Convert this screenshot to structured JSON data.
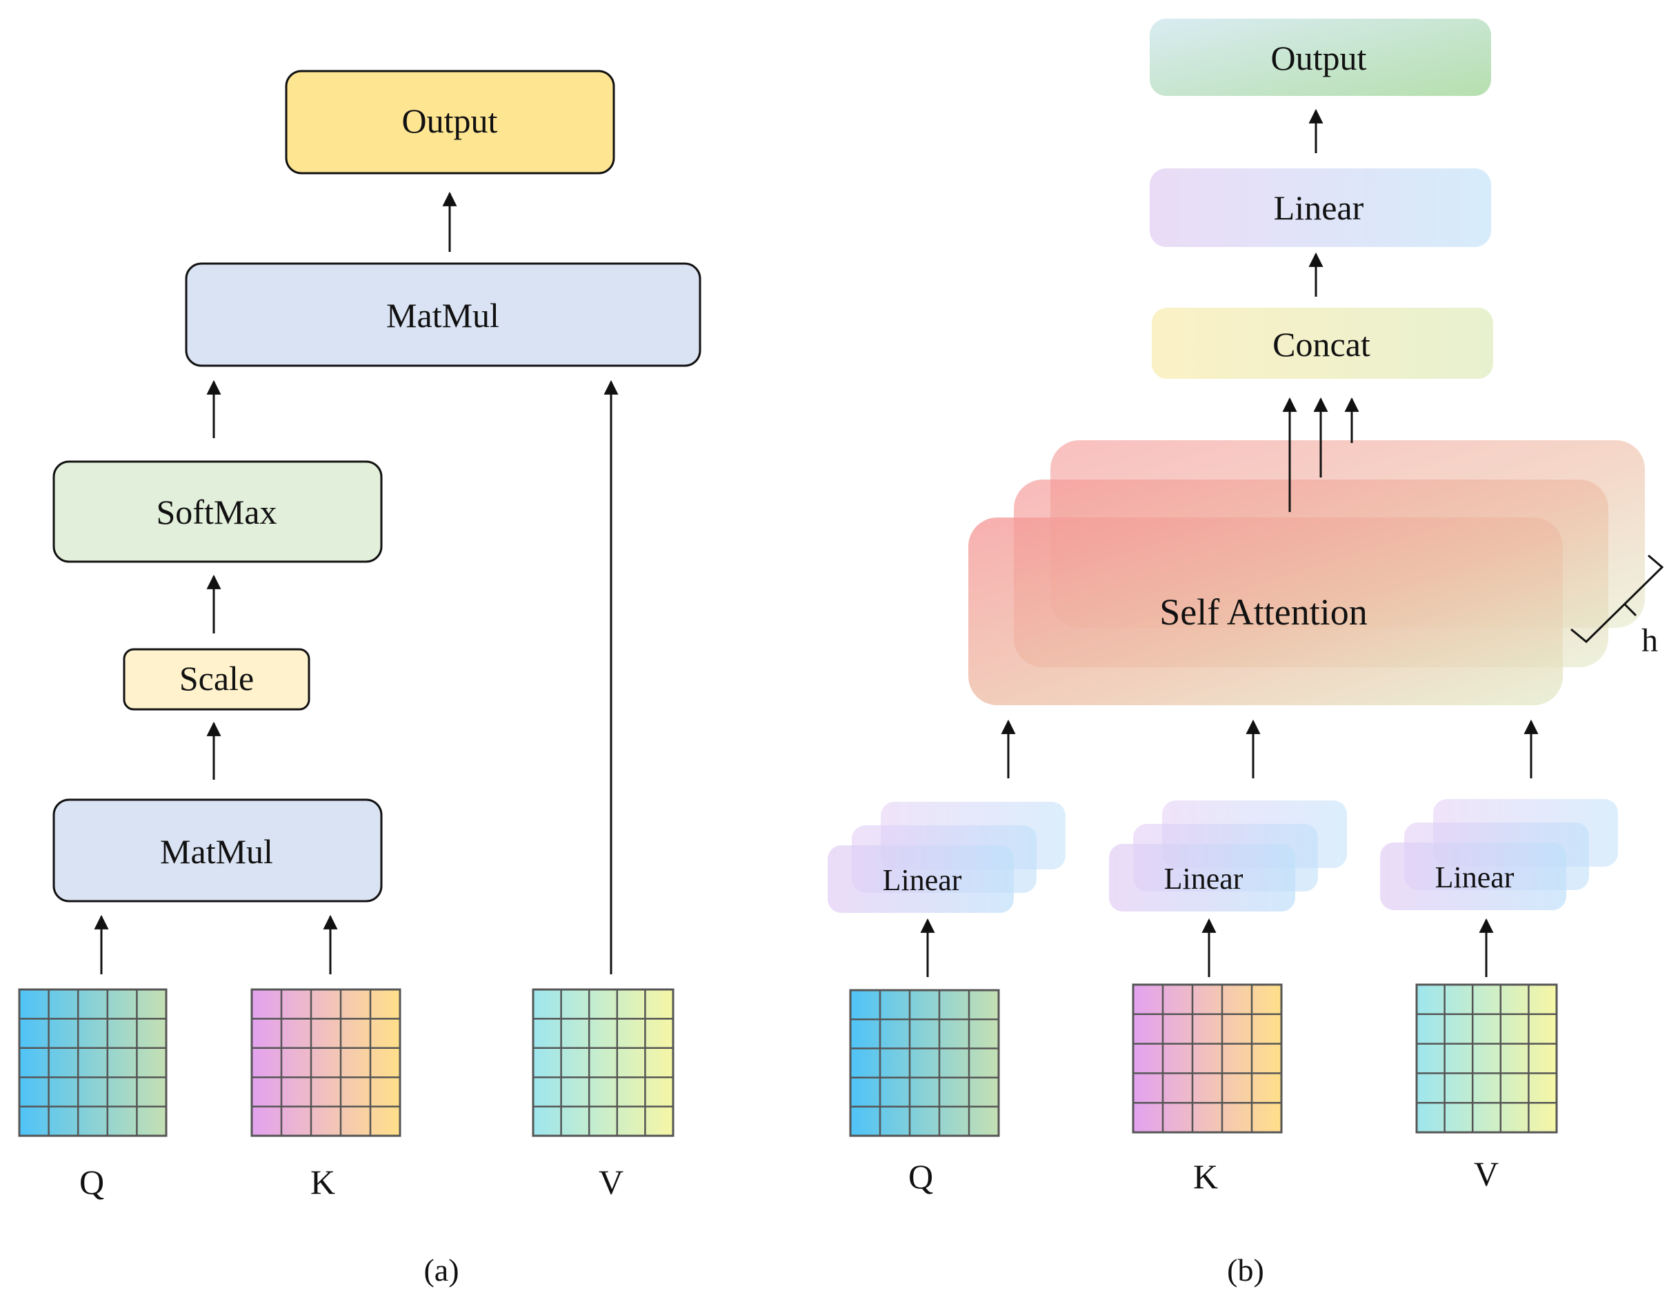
{
  "panel_a": {
    "output": "Output",
    "matmul_top": "MatMul",
    "softmax": "SoftMax",
    "scale": "Scale",
    "matmul_bottom": "MatMul",
    "q": "Q",
    "k": "K",
    "v": "V",
    "caption": "(a)"
  },
  "panel_b": {
    "output": "Output",
    "linear": "Linear",
    "concat": "Concat",
    "self_attention": "Self Attention",
    "heads": "h",
    "linear_q": "Linear",
    "linear_k": "Linear",
    "linear_v": "Linear",
    "q": "Q",
    "k": "K",
    "v": "V",
    "caption": "(b)"
  },
  "colors": {
    "output_a": "#fde592",
    "matmul": "#dae3f3",
    "softmax": "#e2efda",
    "scale": "#fff2cc",
    "q_grid": [
      "#4fc3f7",
      "#c5e0b4"
    ],
    "k_grid": [
      "#e3a2f0",
      "#ffe08a"
    ],
    "v_grid": [
      "#9ee6ee",
      "#f6f6a6"
    ],
    "self_attention": [
      "#f59a9a",
      "#e4eac8"
    ]
  }
}
